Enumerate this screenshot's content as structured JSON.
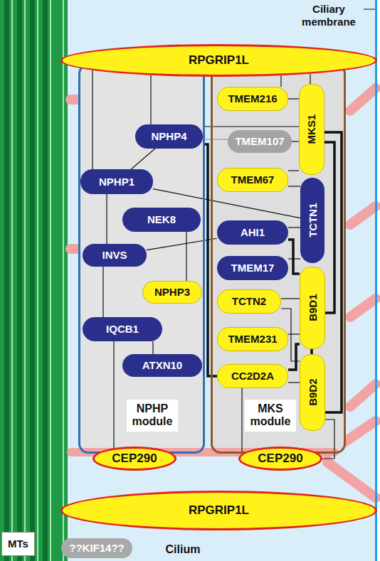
{
  "diagram": {
    "nodes": [
      {
        "text": [
          "RPGRIP1L"
        ]
      },
      {
        "text": [
          "NPHP module"
        ]
      },
      {
        "text": [
          "NPHP4"
        ],
        "in": 1
      },
      {
        "text": [
          "NPHP1"
        ],
        "in": 1
      },
      {
        "text": [
          "NEK8"
        ],
        "in": 1
      },
      {
        "text": [
          "INVS"
        ],
        "in": 1
      },
      {
        "text": [
          "NPHP3"
        ],
        "in": 1
      },
      {
        "text": [
          "IQCB1"
        ],
        "in": 1
      },
      {
        "text": [
          "ATXN10"
        ],
        "in": 1
      },
      {
        "text": [
          "MKS module"
        ]
      },
      {
        "text": [
          "TMEM216"
        ],
        "in": 9
      },
      {
        "text": [
          "TMEM107"
        ],
        "in": 9
      },
      {
        "text": [
          "TMEM67"
        ],
        "in": 9
      },
      {
        "text": [
          "AHI1"
        ],
        "in": 9
      },
      {
        "text": [
          "TMEM17"
        ],
        "in": 9
      },
      {
        "text": [
          "TCTN2"
        ],
        "in": 9
      },
      {
        "text": [
          "TMEM231"
        ],
        "in": 9
      },
      {
        "text": [
          "CC2D2A"
        ],
        "in": 9
      },
      {
        "text": [
          "MKS1"
        ],
        "in": 9
      },
      {
        "text": [
          "TCTN1"
        ],
        "in": 9
      },
      {
        "text": [
          "B9D1"
        ],
        "in": 9
      },
      {
        "text": [
          "B9D2"
        ],
        "in": 9
      },
      {
        "text": [
          "CEP290"
        ]
      },
      {
        "text": [
          "CEP290"
        ]
      },
      {
        "text": [
          "RPGRIP1L"
        ]
      },
      {
        "text": [
          "MTs"
        ]
      },
      {
        "text": [
          "??KIF14??"
        ]
      }
    ],
    "edges": [
      {
        "from": 0,
        "to": 3,
        "arrow": "none"
      },
      {
        "from": 0,
        "to": 2,
        "arrow": "none"
      },
      {
        "from": 0,
        "to": 10,
        "arrow": "none"
      },
      {
        "from": 0,
        "to": 18,
        "arrow": "none"
      },
      {
        "from": 2,
        "to": 3,
        "arrow": "none"
      },
      {
        "from": 2,
        "to": 11,
        "arrow": "none"
      },
      {
        "from": 2,
        "to": 18,
        "arrow": "none"
      },
      {
        "from": 2,
        "to": 17,
        "arrow": "none"
      },
      {
        "from": 3,
        "to": 5,
        "arrow": "none"
      },
      {
        "from": 3,
        "to": 19,
        "arrow": "none"
      },
      {
        "from": 4,
        "to": 6,
        "arrow": "none"
      },
      {
        "from": 5,
        "to": 13,
        "arrow": "none"
      },
      {
        "from": 5,
        "to": 7,
        "arrow": "none"
      },
      {
        "from": 7,
        "to": 8,
        "arrow": "none"
      },
      {
        "from": 7,
        "to": 22,
        "arrow": "none"
      },
      {
        "from": 10,
        "to": 18,
        "arrow": "none"
      },
      {
        "from": 11,
        "to": 18,
        "arrow": "none"
      },
      {
        "from": 12,
        "to": 18,
        "arrow": "none"
      },
      {
        "from": 12,
        "to": 19,
        "arrow": "none"
      },
      {
        "from": 13,
        "to": 19,
        "arrow": "none"
      },
      {
        "from": 13,
        "to": 20,
        "arrow": "none"
      },
      {
        "from": 14,
        "to": 19,
        "arrow": "none"
      },
      {
        "from": 15,
        "to": 20,
        "arrow": "none"
      },
      {
        "from": 15,
        "to": 21,
        "arrow": "none"
      },
      {
        "from": 16,
        "to": 20,
        "arrow": "none"
      },
      {
        "from": 17,
        "to": 20,
        "arrow": "none"
      },
      {
        "from": 17,
        "to": 21,
        "arrow": "none"
      },
      {
        "from": 18,
        "to": 20,
        "arrow": "none"
      },
      {
        "from": 18,
        "to": 21,
        "arrow": "none"
      },
      {
        "from": 20,
        "to": 21,
        "arrow": "none"
      },
      {
        "from": 23,
        "to": 21,
        "arrow": "none"
      },
      {
        "from": 17,
        "to": 23,
        "arrow": "none"
      }
    ],
    "labels": [
      "Ciliary membrane",
      "Cilium"
    ]
  }
}
